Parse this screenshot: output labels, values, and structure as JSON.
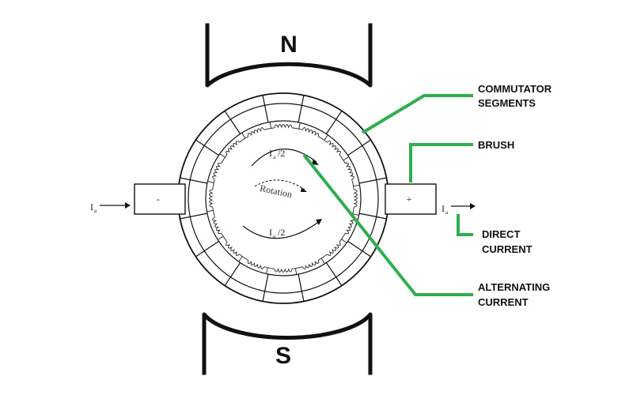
{
  "poles": {
    "north": "N",
    "south": "S"
  },
  "callouts": {
    "commutator": [
      "COMMUTATOR",
      "SEGMENTS"
    ],
    "brush": "BRUSH",
    "direct_current": [
      "DIRECT",
      "CURRENT"
    ],
    "alternating_current": [
      "ALTERNATING",
      "CURRENT"
    ]
  },
  "labels": {
    "current_symbol": "I",
    "current_subscript": "a",
    "half_current": "/2",
    "rotation": "Rotation",
    "brush_minus": "-",
    "brush_plus": "+"
  },
  "colors": {
    "leader": "#2eae4f",
    "ink": "#111111"
  }
}
